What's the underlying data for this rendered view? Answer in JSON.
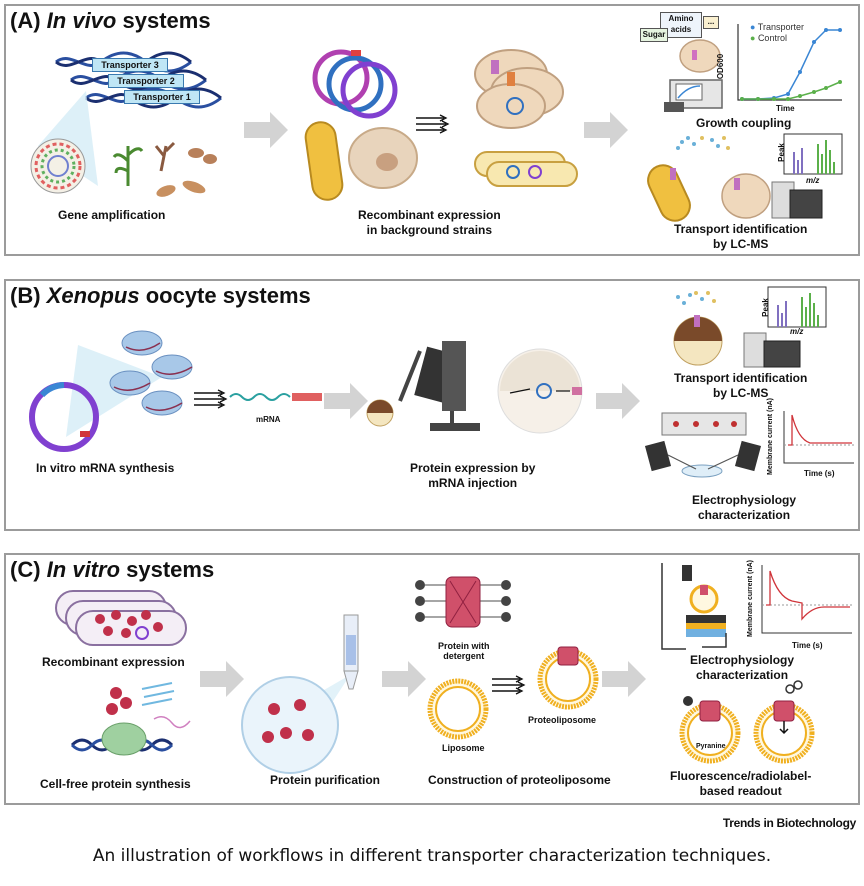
{
  "panel_a": {
    "letter": "(A)",
    "title_italic": "In vivo",
    "title_rest": "systems",
    "transporters": [
      "Transporter 3",
      "Transporter 2",
      "Transporter 1"
    ],
    "gene_label": "Gene amplification",
    "recomb_label_1": "Recombinant expression",
    "recomb_label_2": "in background strains",
    "substrates": [
      "Amino acids",
      "Sugar",
      "..."
    ],
    "legend": [
      "Transporter",
      "Control"
    ],
    "ylabel": "OD600",
    "xlabel": "Time",
    "growth_label": "Growth coupling",
    "peak_label": "Peak",
    "mz_label": "m/z",
    "transport_id_1": "Transport identification",
    "transport_id_2": "by LC-MS"
  },
  "panel_b": {
    "letter": "(B)",
    "title_italic": "Xenopus",
    "title_rest": "oocyte systems",
    "mrna_small": "mRNA",
    "synth_label": "In vitro mRNA synthesis",
    "inject_label_1": "Protein expression by",
    "inject_label_2": "mRNA injection",
    "peak_label": "Peak",
    "mz_label": "m/z",
    "transport_id_1": "Transport identification",
    "transport_id_2": "by LC-MS",
    "current_label": "Membrane current (nA)",
    "time_label": "Time (s)",
    "ephys_1": "Electrophysiology",
    "ephys_2": "characterization"
  },
  "panel_c": {
    "letter": "(C)",
    "title_italic": "In vitro",
    "title_rest": "systems",
    "recomb_label": "Recombinant expression",
    "cellfree_label": "Cell-free protein synthesis",
    "purif_label": "Protein purification",
    "detergent_1": "Protein with",
    "detergent_2": "detergent",
    "liposome": "Liposome",
    "proteoliposome": "Proteoliposome",
    "construct_label": "Construction of proteoliposome",
    "current_label": "Membrane current (nA)",
    "time_label": "Time (s)",
    "ephys_1": "Electrophysiology",
    "ephys_2": "characterization",
    "pyranine": "Pyranine",
    "fluor_1": "Fluorescence/radiolabel-",
    "fluor_2": "based readout"
  },
  "footer": "Trends in Biotechnology",
  "caption": "An illustration of workflows in different transporter characterization techniques.",
  "colors": {
    "transporter": "#3a86d4",
    "control": "#5bb04a",
    "border": "#9b9b9b",
    "accent_red": "#d0343a",
    "liposome": "#f0b020"
  }
}
